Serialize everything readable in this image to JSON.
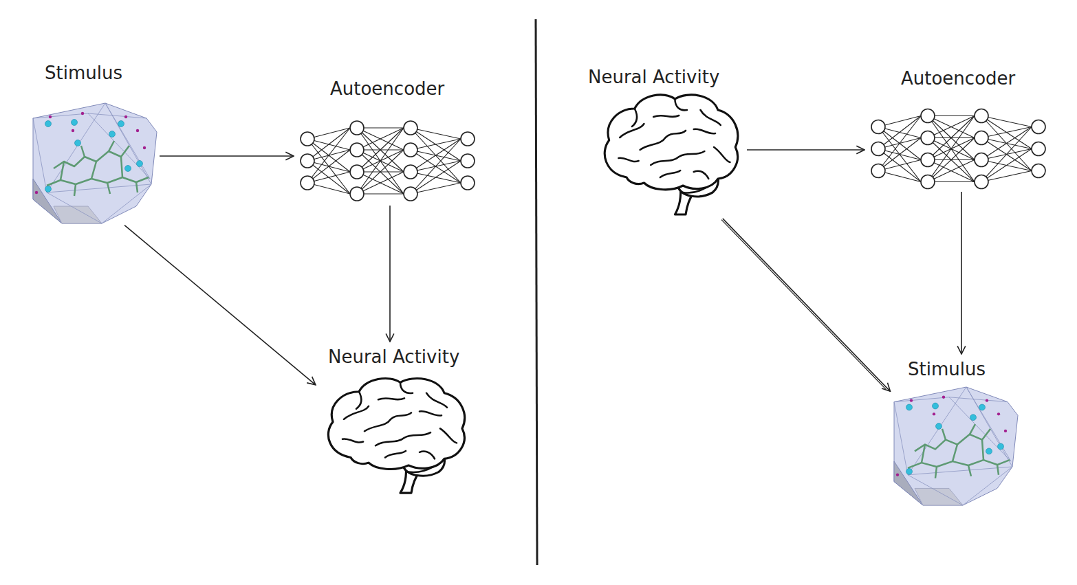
{
  "diagram": {
    "nodes": [
      {
        "text": [
          "Stimulus"
        ]
      },
      {
        "text": [
          "Autoencoder"
        ]
      },
      {
        "text": [
          "Neural Activity"
        ]
      },
      {
        "text": [
          "Neural Activity"
        ]
      },
      {
        "text": [
          "Autoencoder"
        ]
      },
      {
        "text": [
          "Stimulus"
        ]
      }
    ],
    "edges": [
      {
        "from": 0,
        "to": 1,
        "arrow": "to"
      },
      {
        "from": 1,
        "to": 2,
        "arrow": "to"
      },
      {
        "from": 0,
        "to": 2,
        "arrow": "to"
      },
      {
        "from": 3,
        "to": 4,
        "arrow": "to"
      },
      {
        "from": 4,
        "to": 5,
        "arrow": "to"
      },
      {
        "from": 3,
        "to": 5,
        "arrow": "to"
      }
    ]
  }
}
